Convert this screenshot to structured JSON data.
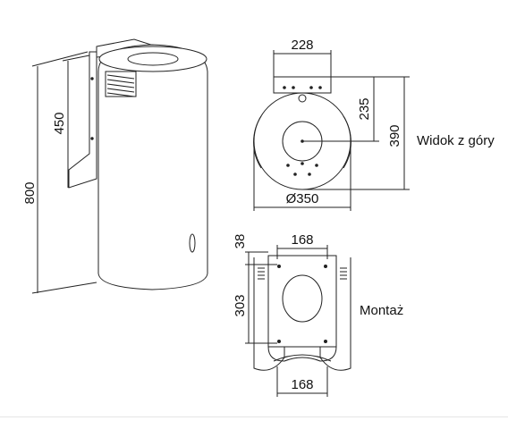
{
  "figure": {
    "dimensions": {
      "height_total": "800",
      "height_chimney": "450",
      "top_width": "228",
      "top_depth_mount": "235",
      "top_depth_total": "390",
      "diameter": "Ø350",
      "mount_width_top": "168",
      "mount_offset": "38",
      "mount_height": "303",
      "mount_width_bottom": "168"
    },
    "labels": {
      "top_view": "Widok z góry",
      "mounting": "Montaż"
    }
  }
}
